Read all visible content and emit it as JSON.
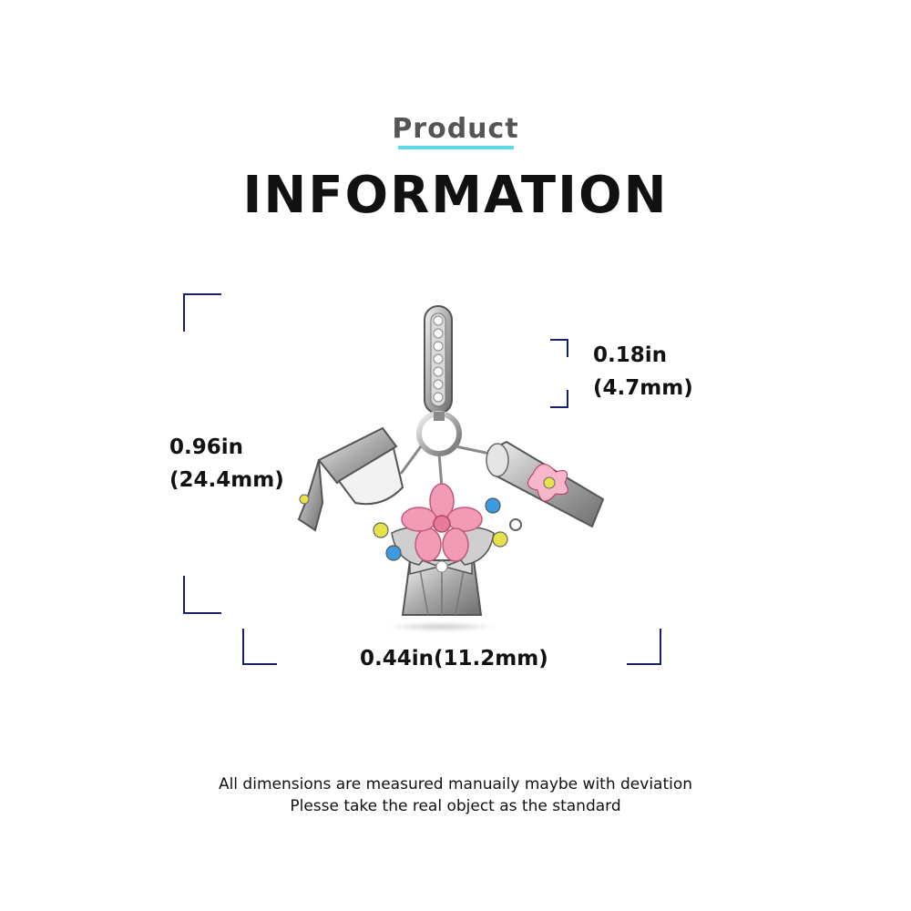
{
  "header": {
    "subtitle": "Product",
    "title": "INFORMATION"
  },
  "measurements": {
    "height": {
      "imperial": "0.96in",
      "metric": "(24.4mm)"
    },
    "bail": {
      "imperial": "0.18in",
      "metric": "(4.7mm)"
    },
    "width": {
      "label": "0.44in(11.2mm)"
    }
  },
  "footer": {
    "line1": "All dimensions are measured manuaily maybe with deviation",
    "line2": "Plesse take the real object as the standard"
  },
  "colors": {
    "accent_underline": "#5fd8e8",
    "bracket": "#1a1f6b",
    "stone_pink": "#f29bb5",
    "stone_blue": "#3a9be0",
    "stone_yellow": "#e7e24a"
  }
}
